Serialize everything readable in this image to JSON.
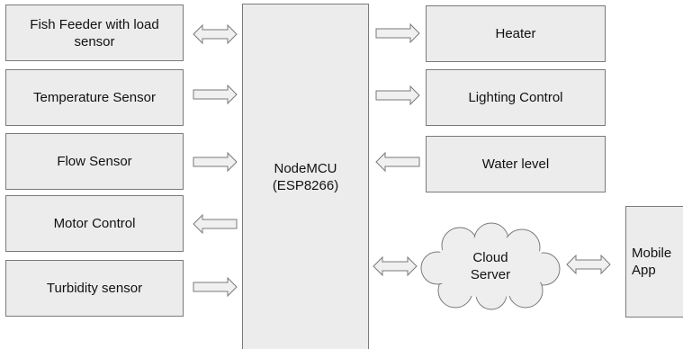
{
  "colors": {
    "box_fill": "#ececec",
    "box_border": "#7a7a7a",
    "arrow_fill": "#f0f0f0",
    "cloud_fill": "#eeeeee",
    "text": "#111111"
  },
  "left_blocks": [
    {
      "label": "Fish Feeder with load sensor",
      "arrow": "bidirectional"
    },
    {
      "label": "Temperature Sensor",
      "arrow": "to-mcu"
    },
    {
      "label": "Flow Sensor",
      "arrow": "to-mcu"
    },
    {
      "label": "Motor Control",
      "arrow": "from-mcu"
    },
    {
      "label": "Turbidity sensor",
      "arrow": "to-mcu"
    }
  ],
  "controller": {
    "label": "NodeMCU\n(ESP8266)"
  },
  "right_blocks": [
    {
      "label": "Heater",
      "arrow": "from-mcu"
    },
    {
      "label": "Lighting Control",
      "arrow": "from-mcu"
    },
    {
      "label": "Water level",
      "arrow": "to-mcu"
    }
  ],
  "cloud": {
    "label": "Cloud\nServer",
    "arrow_to_mcu": "bidirectional",
    "arrow_to_app": "bidirectional"
  },
  "mobile_app": {
    "label": "Mobile App"
  }
}
